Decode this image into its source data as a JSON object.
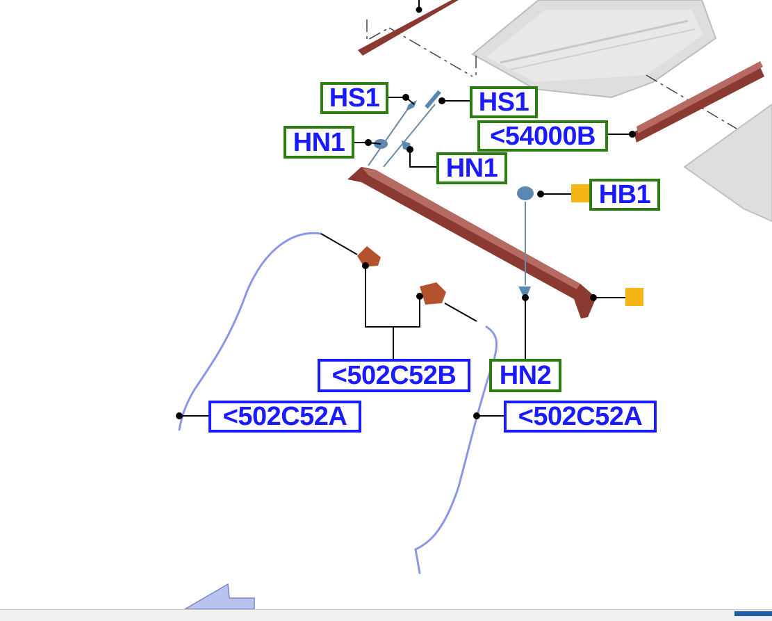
{
  "callouts": {
    "hs1_left": "HS1",
    "hs1_right": "HS1",
    "c54000b": "<54000B",
    "hn1_left": "HN1",
    "hn1_right": "HN1",
    "hb1": "HB1",
    "c502c52b": "<502C52B",
    "hn2": "HN2",
    "c502c52a_left": "<502C52A",
    "c502c52a_right": "<502C52A"
  },
  "colors": {
    "label_text": "#1a1aff",
    "green_frame": "#2e7d12",
    "blue_frame": "#1a1aff",
    "rail": "#8b3a32",
    "connector": "#f5b516",
    "harness": "#8a97e8",
    "clip": "#5a88b0",
    "panel": "#dcdcdc"
  },
  "icons": [
    "roof-rail-part",
    "clip-part",
    "connector-part",
    "harness-wire",
    "roof-panel-part",
    "scroll-thumb"
  ]
}
